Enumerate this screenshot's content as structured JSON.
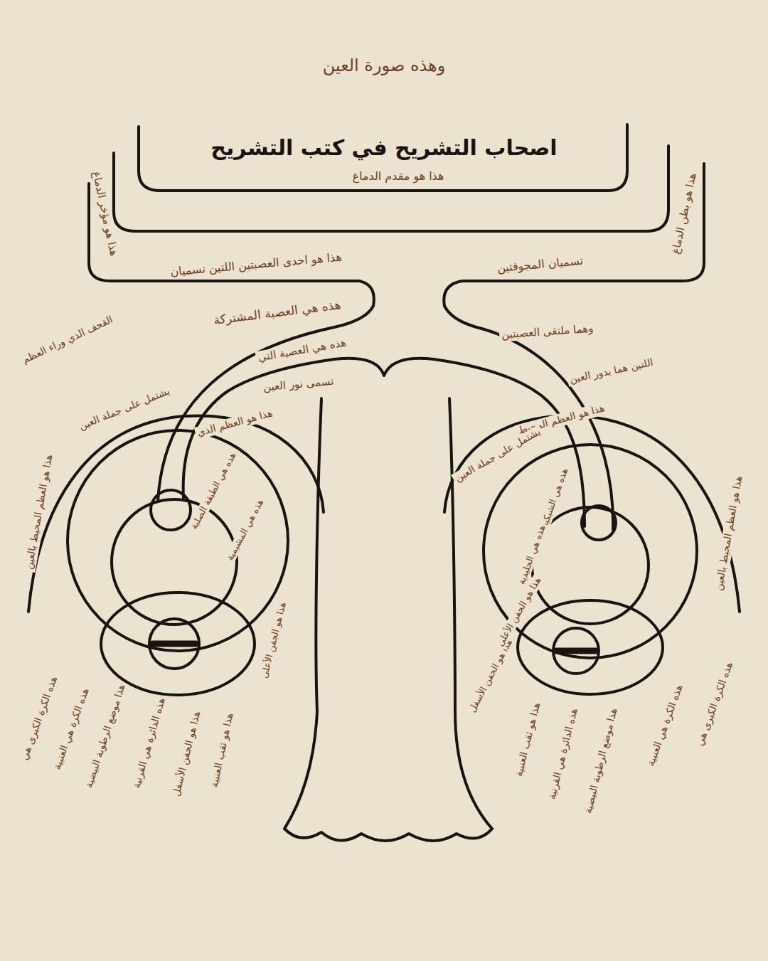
{
  "diagram": {
    "title": "وهذه صورة العين",
    "labels": [
      "اصحاب التشريح في كتب التشريح",
      "هذا هو مقدم الدماغ",
      "هذا هو مؤخر الدماغ",
      "هذا هو بطن الدماغ",
      "هذا هو احدى العصبتين اللتين تسميان",
      "تسميان المجوفتين",
      "هذه هي العصبة المشتركة",
      "وهما ملتقى العصبتين",
      "هذه هي العصبة التي",
      "تسمى نور العين",
      "اللتين هما يدور العين",
      "القحف الذي وراء العظم",
      "هذا هو العظم الذي",
      "يشتمل على جملة العين",
      "هذا هو العظم المحيط",
      "يشتمل على جملة العين",
      "هذه هي الطبقة الصلبة",
      "هذه هي المشيمية",
      "هذه هي الشبكية",
      "هذه هي الجليدية",
      "هذه الكرة الكبرى هي",
      "هذه الكرة هي العنبية",
      "هذا موضع الرطوبة البيضية",
      "هذه الدائرة هي القرنية",
      "هذا هو الجفن الأسفل",
      "هذا هو ثقب العنبية",
      "هذا هو الجفن الأعلى",
      "هذا هو الجفن الأسفل",
      "هذا هو ثقب العنبية",
      "هذه الدائرة هي القرنية",
      "هذا موضع الرطوبة البيضية",
      "هذه الكرة هي العنبية",
      "هذه الكرة الكبرى هي",
      "هذا هو الجفن الأعلى",
      "هذا هو العظم المحيط بالعين",
      "هذا هو العظم المحيط بالعين"
    ]
  }
}
